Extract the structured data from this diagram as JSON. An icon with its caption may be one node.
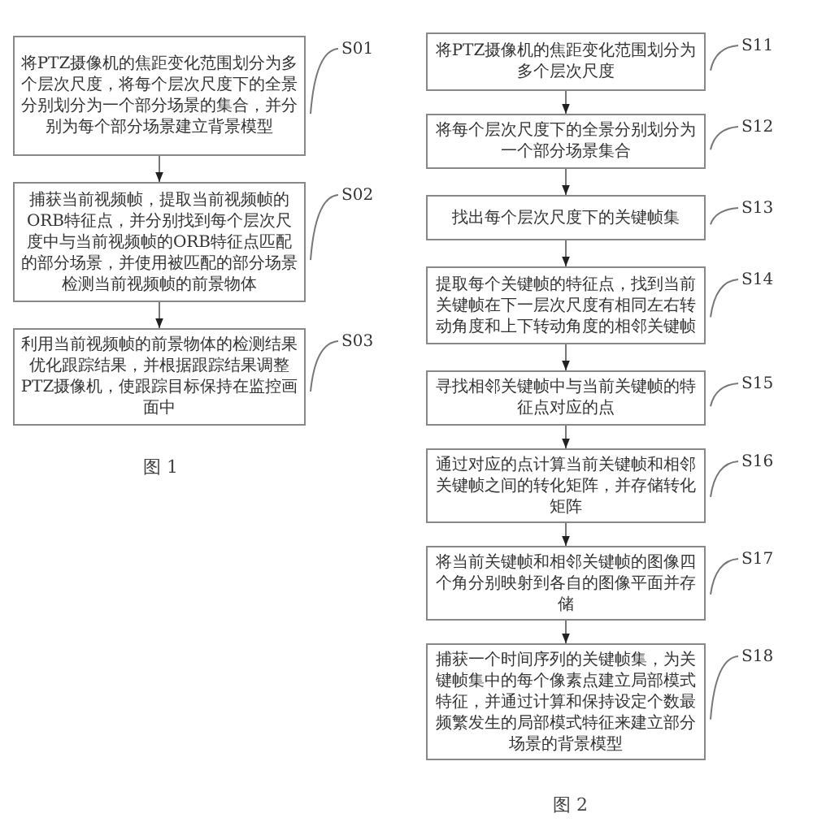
{
  "diagram": {
    "nodes": [
      {
        "text": [
          "将PTZ摄像机的焦距变化范围划分为多个层次尺度，将每个层次尺度下的全景分别划分为一个部分场景的集合，并分别为每个部分场景建立背景模型"
        ],
        "beside": [
          "S01"
        ]
      },
      {
        "text": [
          "捕获当前视频帧，提取当前视频帧的ORB特征点，并分别找到每个层次尺度中与当前视频帧的ORB特征点匹配的部分场景，并使用被匹配的部分场景检测当前视频帧的前景物体"
        ],
        "beside": [
          "S02"
        ]
      },
      {
        "text": [
          "利用当前视频帧的前景物体的检测结果优化跟踪结果，并根据跟踪结果调整PTZ摄像机，使跟踪目标保持在监控画面中"
        ],
        "beside": [
          "S03"
        ]
      },
      {
        "text": [
          "将PTZ摄像机的焦距变化范围划分为多个层次尺度"
        ],
        "beside": [
          "S11"
        ]
      },
      {
        "text": [
          "将每个层次尺度下的全景分别划分为一个部分场景集合"
        ],
        "beside": [
          "S12"
        ]
      },
      {
        "text": [
          "找出每个层次尺度下的关键帧集"
        ],
        "beside": [
          "S13"
        ]
      },
      {
        "text": [
          "提取每个关键帧的特征点，找到当前关键帧在下一层次尺度有相同左右转动角度和上下转动角度的相邻关键帧"
        ],
        "beside": [
          "S14"
        ]
      },
      {
        "text": [
          "寻找相邻关键帧中与当前关键帧的特征点对应的点"
        ],
        "beside": [
          "S15"
        ]
      },
      {
        "text": [
          "通过对应的点计算当前关键帧和相邻关键帧之间的转化矩阵，并存储转化矩阵"
        ],
        "beside": [
          "S16"
        ]
      },
      {
        "text": [
          "将当前关键帧和相邻关键帧的图像四个角分别映射到各自的图像平面并存储"
        ],
        "beside": [
          "S17"
        ]
      },
      {
        "text": [
          "捕获一个时间序列的关键帧集，为关键帧集中的每个像素点建立局部模式特征，并通过计算和保持设定个数最频繁发生的局部模式特征来建立部分场景的背景模型"
        ],
        "beside": [
          "S18"
        ]
      }
    ],
    "edges": [
      {
        "from": 0,
        "to": 1,
        "arrow": "to"
      },
      {
        "from": 1,
        "to": 2,
        "arrow": "to"
      },
      {
        "from": 3,
        "to": 4,
        "arrow": "to"
      },
      {
        "from": 4,
        "to": 5,
        "arrow": "to"
      },
      {
        "from": 5,
        "to": 6,
        "arrow": "to"
      },
      {
        "from": 6,
        "to": 7,
        "arrow": "to"
      },
      {
        "from": 7,
        "to": 8,
        "arrow": "to"
      },
      {
        "from": 8,
        "to": 9,
        "arrow": "to"
      },
      {
        "from": 9,
        "to": 10,
        "arrow": "to"
      }
    ],
    "labels": [
      "图 1",
      "图 2"
    ]
  }
}
